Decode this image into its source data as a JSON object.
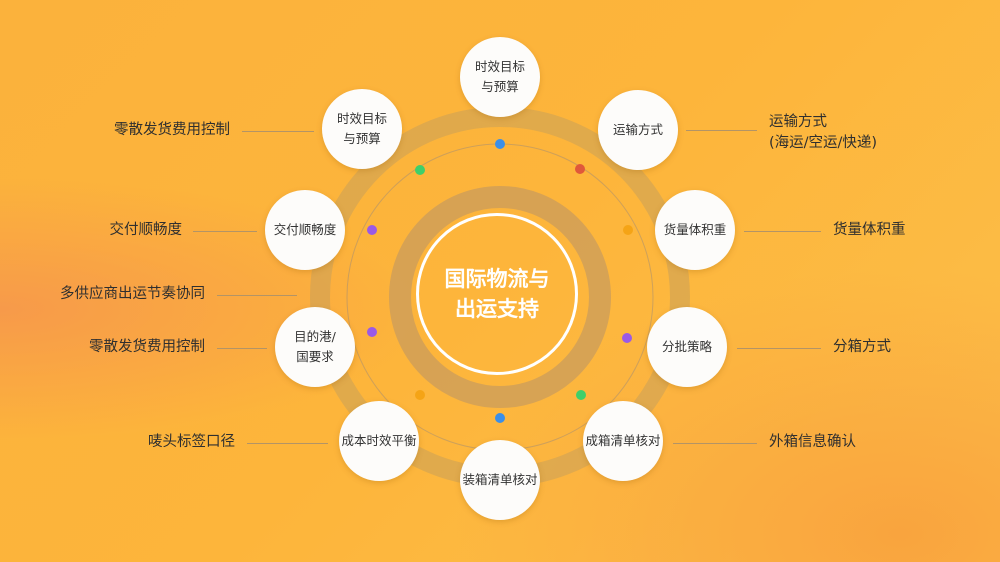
{
  "center": {
    "line1": "国际物流与",
    "line2": "出运支持"
  },
  "nodes": [
    {
      "line1": "时效目标",
      "line2": "与预算"
    },
    {
      "line1": "运输方式"
    },
    {
      "line1": "货量体积重"
    },
    {
      "line1": "分批策略"
    },
    {
      "line1": "成箱清单核对"
    },
    {
      "line1": "装箱清单核对"
    },
    {
      "line1": "成本时效平衡"
    },
    {
      "line1": "目的港/",
      "line2": "国要求"
    },
    {
      "line1": "交付顺畅度"
    },
    {
      "line1": "时效目标",
      "line2": "与预算"
    }
  ],
  "left_labels": [
    "零散发货费用控制",
    "交付顺畅度",
    "多供应商出运节奏协同",
    "零散发货费用控制",
    "唛头标签口径"
  ],
  "right_labels": [
    {
      "line1": "运输方式",
      "line2": "(海运/空运/快递)"
    },
    {
      "line1": "货量体积重"
    },
    {
      "line1": "分箱方式"
    },
    {
      "line1": "外箱信息确认"
    }
  ],
  "dot_colors": [
    "#3b8fe8",
    "#e0583a",
    "#f5a416",
    "#9a5ae6",
    "#3fcf6a",
    "#3b8fe8",
    "#f5a416",
    "#9a5ae6",
    "#9a5ae6",
    "#3fcf6a"
  ]
}
